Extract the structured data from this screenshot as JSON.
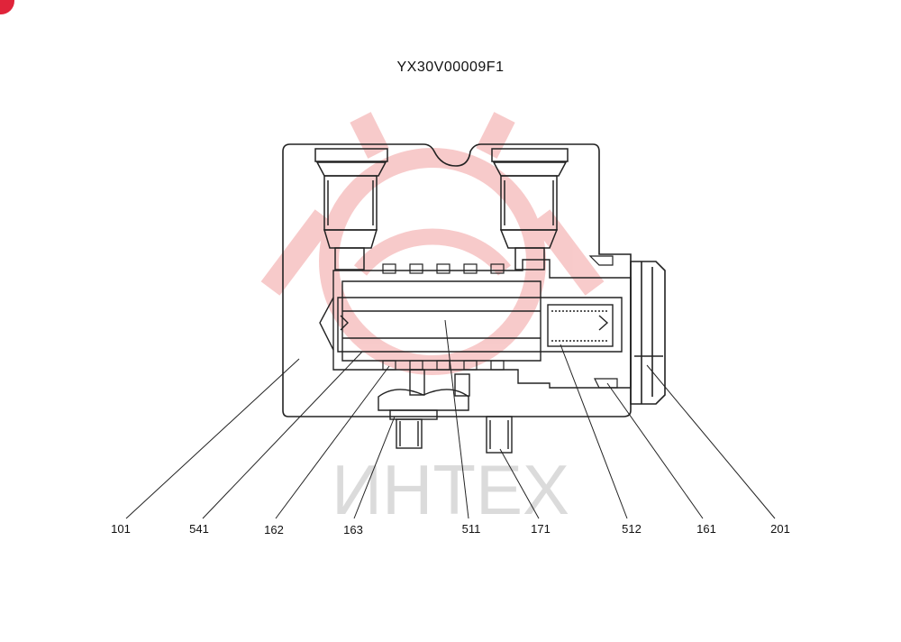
{
  "diagram": {
    "title": "YX30V00009F1",
    "watermark_text": "ИНТЕХ",
    "watermark_color": "#f2a0a0",
    "badge_color": "#e0243a",
    "line_color": "#222222",
    "callouts": [
      "101",
      "541",
      "162",
      "163",
      "511",
      "171",
      "512",
      "161",
      "201"
    ]
  }
}
